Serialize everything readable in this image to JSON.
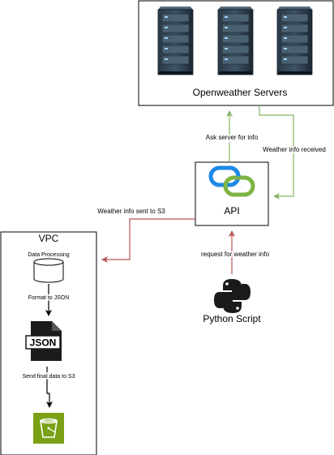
{
  "nodes": {
    "servers": {
      "label": "Openweather Servers"
    },
    "api": {
      "label": "API"
    },
    "python": {
      "label": "Python Script"
    },
    "vpc": {
      "label": "VPC"
    },
    "data_processing": {
      "label": "Data Processing"
    }
  },
  "edges": {
    "ask_server": "Ask server for info",
    "weather_received": "Weather info received",
    "sent_to_s3": "Weather info sent to S3",
    "request_weather": "request for weather info",
    "format_json": "Format to JSON",
    "send_final": "Send final data to S3"
  },
  "icons": {
    "json_text": "JSON"
  },
  "colors": {
    "green_edge": "#82b366",
    "red_edge": "#b85450",
    "api_blue": "#1e88e5",
    "api_green": "#7cb342",
    "s3_green": "#7aa116",
    "python_dark": "#1b1b1b"
  }
}
